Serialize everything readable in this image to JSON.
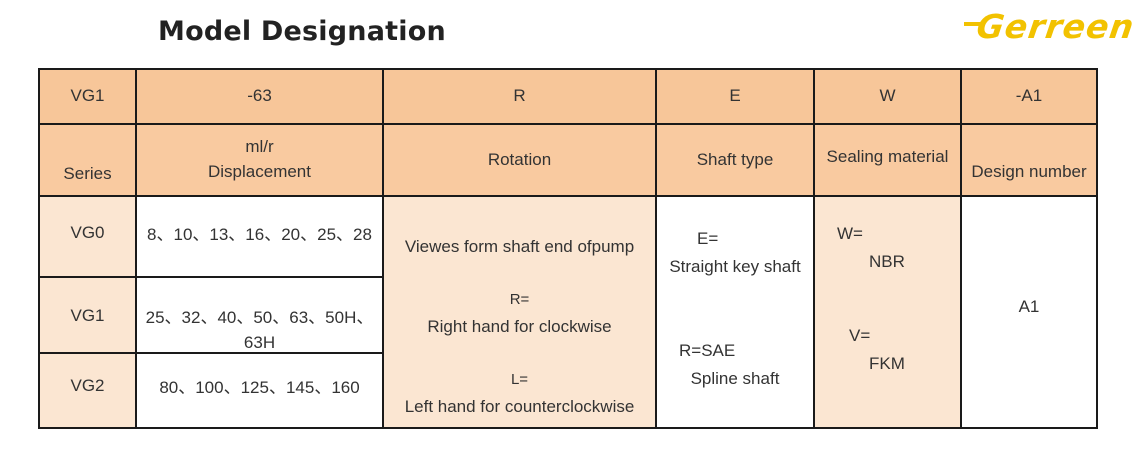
{
  "header": {
    "title": "Model Designation",
    "logo_text": "Gerreen"
  },
  "table": {
    "code_row": [
      "VG1",
      "-63",
      "R",
      "E",
      "W",
      "-A1"
    ],
    "label_row": {
      "series": "Series",
      "displacement_unit": "ml/r",
      "displacement": "Displacement",
      "rotation": "Rotation",
      "shaft_type": "Shaft type",
      "sealing_material": "Sealing material",
      "design_number": "Design number"
    },
    "rows": [
      {
        "series": "VG0",
        "displacement": "8、10、13、16、20、25、28"
      },
      {
        "series": "VG1",
        "displacement": "25、32、40、50、63、50H、63H"
      },
      {
        "series": "VG2",
        "displacement": "80、100、125、145、160"
      }
    ],
    "rotation": {
      "note": "Viewes form shaft end ofpump",
      "r_code": "R=",
      "r_text": "Right hand for clockwise",
      "l_code": "L=",
      "l_text": "Left hand for counterclockwise"
    },
    "shaft": {
      "e_code": "E=",
      "e_text": "Straight key shaft",
      "r_code": "R=SAE",
      "r_text": "Spline shaft"
    },
    "sealing": {
      "w_code": "W=",
      "w_text": "NBR",
      "v_code": "V=",
      "v_text": "FKM"
    },
    "design_value": "A1"
  },
  "colors": {
    "header_orange": "#f7c699",
    "body_peach": "#fbe6d2",
    "logo_yellow": "#f2c200"
  }
}
